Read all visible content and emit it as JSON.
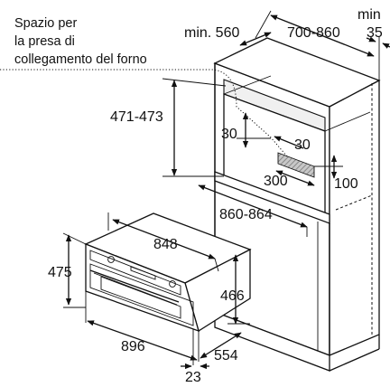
{
  "labels": {
    "note_line1": "Spazio per",
    "note_line2": "la presa di",
    "note_line3": "collegamento del forno",
    "min560": "min. 560",
    "depth": "700-860",
    "min_word": "min",
    "min35": "35",
    "h471": "471-473",
    "d30a": "30",
    "d30b": "30",
    "d300": "300",
    "d100": "100",
    "w860": "860-864",
    "w848": "848",
    "h475": "475",
    "h466": "466",
    "w896": "896",
    "d554": "554",
    "d23": "23"
  },
  "colors": {
    "line": "#111111",
    "background": "#ffffff",
    "socket_hatch": "#9a9a9a"
  }
}
